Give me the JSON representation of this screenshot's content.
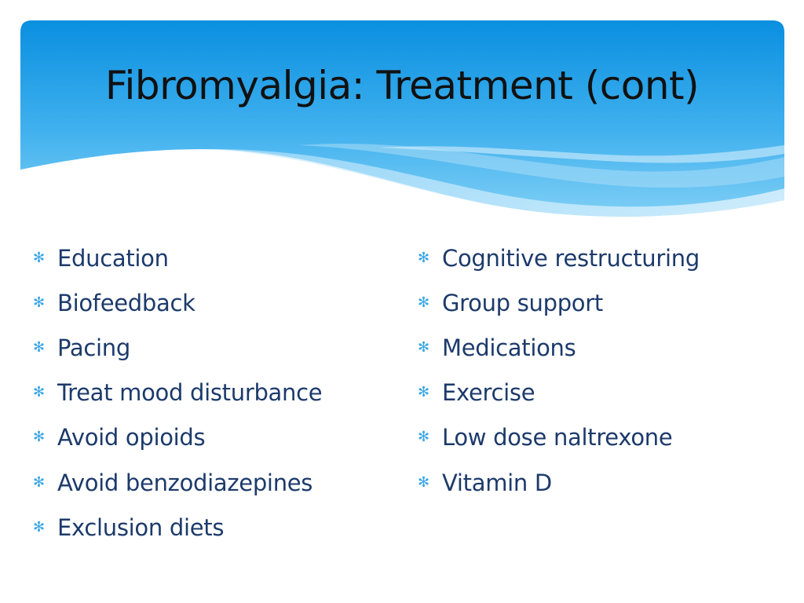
{
  "slide": {
    "title": "Fibromyalgia: Treatment (cont)",
    "bullet_icon": "asterisk-bullet-icon",
    "colors": {
      "header_top": "#0a8fe0",
      "header_bottom": "#7fcff5",
      "title_text": "#111111",
      "bullet": "#3aa6e6",
      "item_text": "#1c3a6b"
    },
    "left_items": [
      "Education",
      "Biofeedback",
      "Pacing",
      "Treat mood disturbance",
      "Avoid opioids",
      "Avoid benzodiazepines",
      "Exclusion diets"
    ],
    "right_items": [
      "Cognitive restructuring",
      "Group support",
      "Medications",
      "Exercise",
      "Low dose naltrexone",
      "Vitamin D"
    ]
  }
}
